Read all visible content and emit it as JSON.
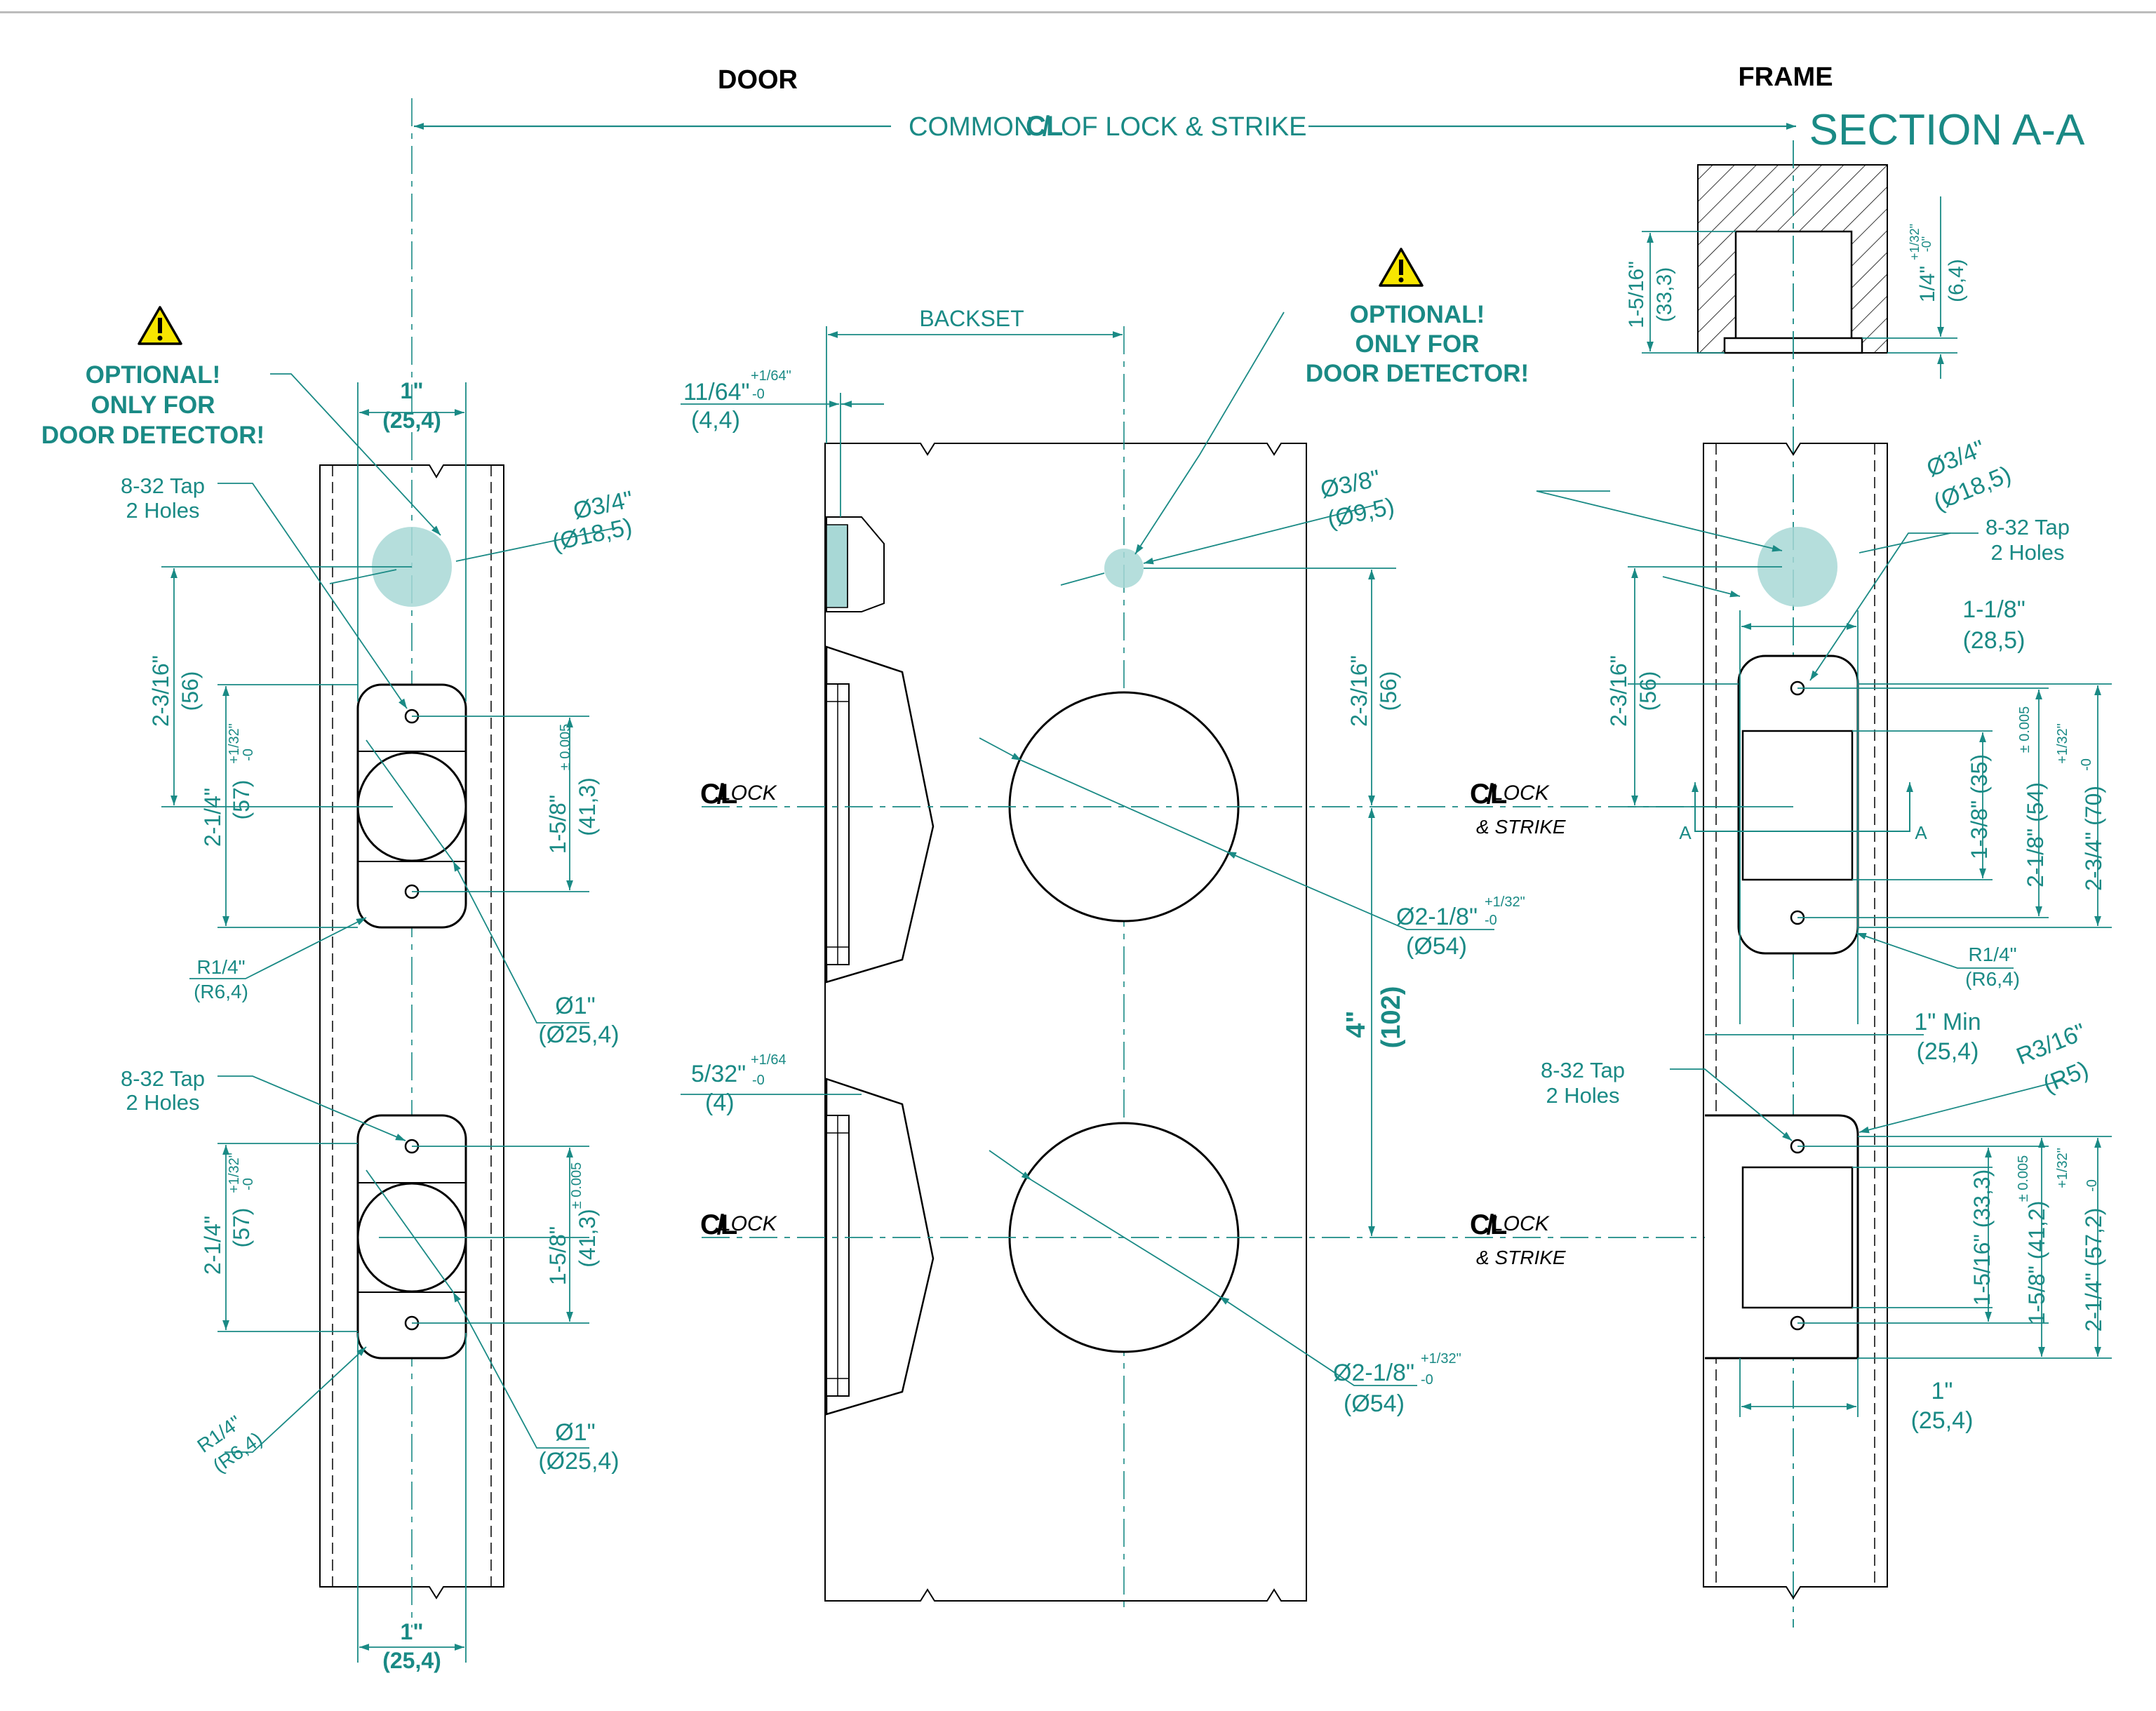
{
  "headers": {
    "door": "DOOR",
    "frame": "FRAME",
    "section": "SECTION A-A"
  },
  "common_cl": {
    "left": "COMMON",
    "symbol": "C̸L",
    "right": "OF LOCK & STRIKE"
  },
  "warning": {
    "line1": "OPTIONAL!",
    "line2": "ONLY FOR",
    "line3": "DOOR DETECTOR!"
  },
  "colors": {
    "dim": "#1a8a85",
    "fill": "#a8d8d6",
    "line": "#000000"
  },
  "left_door": {
    "top_width": [
      "1\"",
      "(25,4)"
    ],
    "bottom_width": [
      "1\"",
      "(25,4)"
    ],
    "detector_dia": [
      "Ø3/4\"",
      "(Ø18,5)"
    ],
    "tap1": [
      "8-32 Tap",
      "2 Holes"
    ],
    "tap2": [
      "8-32 Tap",
      "2 Holes"
    ],
    "dim_2_3_16": [
      "2-3/16\"",
      "(56)"
    ],
    "dim_2_1_4_a": [
      "2-1/4\"",
      "(57)",
      "+1/32\"",
      "-0"
    ],
    "dim_2_1_4_b": [
      "2-1/4\"",
      "(57)",
      "+1/32\"",
      "-0"
    ],
    "dim_1_5_8_a": [
      "1-5/8\"",
      "(41,3)",
      "± 0.005"
    ],
    "dim_1_5_8_b": [
      "1-5/8\"",
      "(41,3)",
      "± 0.005"
    ],
    "radius_a": [
      "R1/4\"",
      "(R6,4)"
    ],
    "radius_b": [
      "R1/4\"",
      "(R6,4)"
    ],
    "hole_a": [
      "Ø1\"",
      "(Ø25,4)"
    ],
    "hole_b": [
      "Ø1\"",
      "(Ø25,4)"
    ]
  },
  "center_door": {
    "backset": "BACKSET",
    "edge_a": [
      "11/64\"",
      "(4,4)",
      "+1/64\"",
      "-0"
    ],
    "edge_b": [
      "5/32\"",
      "(4)",
      "+1/64",
      "-0"
    ],
    "detector_dia": [
      "Ø3/8\"",
      "(Ø9,5)"
    ],
    "dim_2_3_16": [
      "2-3/16\"",
      "(56)"
    ],
    "dim_4": [
      "4\"",
      "(102)"
    ],
    "bore_a": [
      "Ø2-1/8\"",
      "(Ø54)",
      "+1/32\"",
      "-0"
    ],
    "bore_b": [
      "Ø2-1/8\"",
      "(Ø54)",
      "+1/32\"",
      "-0"
    ],
    "cl_lock": "LOCK",
    "cl_lock_strike": [
      "LOCK",
      "& STRIKE"
    ]
  },
  "right_frame": {
    "section_dim": [
      "1-5/16\"",
      "(33,3)"
    ],
    "section_depth": [
      "1/4\"",
      "(6,4)",
      "+1/32\"",
      "-0\""
    ],
    "detector_dia": [
      "Ø3/4\"",
      "(Ø18,5)"
    ],
    "tap1": [
      "8-32 Tap",
      "2 Holes"
    ],
    "tap2": [
      "8-32 Tap",
      "2 Holes"
    ],
    "w_1_1_8": [
      "1-1/8\"",
      "(28,5)"
    ],
    "dim_2_3_16": [
      "2-3/16\"",
      "(56)"
    ],
    "dim_1_3_8": "1-3/8\" (35)",
    "dim_2_1_8": [
      "2-1/8\" (54)",
      "± 0.005"
    ],
    "dim_2_3_4": [
      "2-3/4\" (70)",
      "+1/32\"",
      "-0"
    ],
    "radius_a": [
      "R1/4\"",
      "(R6,4)"
    ],
    "min_1": [
      "1\" Min",
      "(25,4)"
    ],
    "radius_b": [
      "R3/16\"",
      "(R5)"
    ],
    "dim_1_5_16": "1-5/16\" (33,3)",
    "dim_1_5_8": [
      "1-5/8\" (41,2)",
      "± 0.005"
    ],
    "dim_2_1_4": [
      "2-1/4\" (57,2)",
      "+1/32\"",
      "-0"
    ],
    "w_1": [
      "1\"",
      "(25,4)"
    ],
    "section_marks": [
      "A",
      "A"
    ]
  }
}
